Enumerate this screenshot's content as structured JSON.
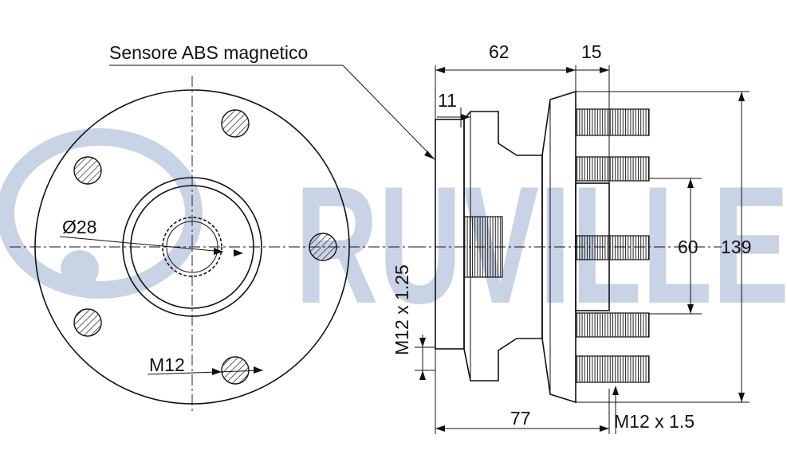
{
  "labels": {
    "sensor": "Sensore ABS magnetico",
    "dia28": "Ø28",
    "m12": "M12",
    "thread_hub": "M12 x 1.25",
    "thread_stud": "M12 x 1.5"
  },
  "dimensions": {
    "d62": "62",
    "d15": "15",
    "d11": "11",
    "d60": "60",
    "d139": "139",
    "d77": "77"
  },
  "watermark": "RUVILLE",
  "colors": {
    "line": "#111111",
    "watermark": "#c9d3e6",
    "background": "#ffffff"
  }
}
